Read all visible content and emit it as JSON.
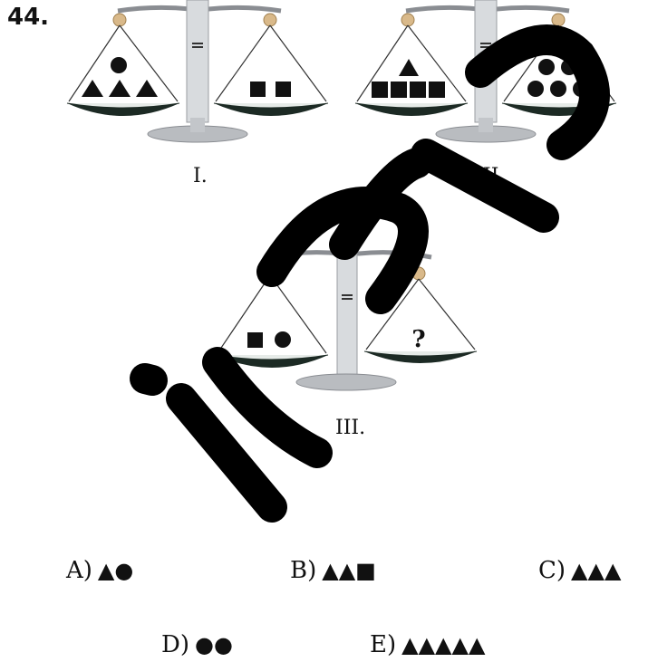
{
  "question": {
    "number": "44."
  },
  "scales": [
    {
      "label": "I.",
      "left_pan": "circle x1, triangle x3",
      "right_pan": "square x2"
    },
    {
      "label": "II.",
      "left_pan": "triangle x1, square x4",
      "right_pan": "circle x5"
    },
    {
      "label": "III.",
      "left_pan": "square x1, circle x1",
      "right_pan": "?"
    }
  ],
  "options": [
    {
      "letter": "A)",
      "symbols": "▲●"
    },
    {
      "letter": "B)",
      "symbols": "▲▲■"
    },
    {
      "letter": "C)",
      "symbols": "▲▲▲"
    },
    {
      "letter": "D)",
      "symbols": "●●"
    },
    {
      "letter": "E)",
      "symbols": "▲▲▲▲▲"
    }
  ],
  "unknown_mark": "?",
  "colors": {
    "shape": "#111111",
    "pan": "#1c2a24",
    "metal": "#c9ccd0",
    "watermark": "#000000"
  }
}
